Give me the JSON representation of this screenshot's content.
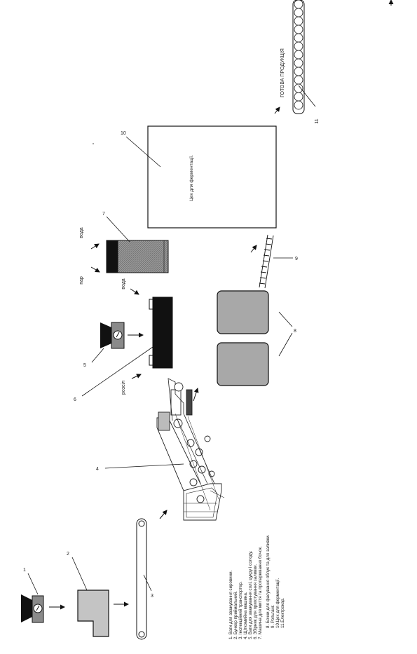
{
  "diagram": {
    "legend_left": [
      "1. Ваги для зважування сировини.",
      "2. Бункер приймальний.",
      "3. Інспекційний транспортер.",
      "4. Щіткомийна машина.",
      "5. Ваги для зважування  солі, цукру і солоду.",
      "6. Збірник для приготування заливки.",
      "7. Машина для миття та пропарювання бочок."
    ],
    "legend_right": [
      "8. Бочки для фасування яблук та для заливки.",
      "9. Рольганг.",
      "10.Цех для ферментації.",
      "11.Електрокар."
    ],
    "labels": {
      "voda_top": "вода",
      "par": "пар",
      "voda_mid": "вода",
      "rozsil": "розсіл",
      "tsekh": "Цех для ферментації.",
      "hotova": "ГОТОВА ПРОДУКЦІЯ"
    },
    "numbers": {
      "n1": "1",
      "n2": "2",
      "n3": "3",
      "n4": "4",
      "n5": "5",
      "n6": "6",
      "n7": "7",
      "n8": "8",
      "n9": "9",
      "n10": "10",
      "n11": "11"
    }
  }
}
